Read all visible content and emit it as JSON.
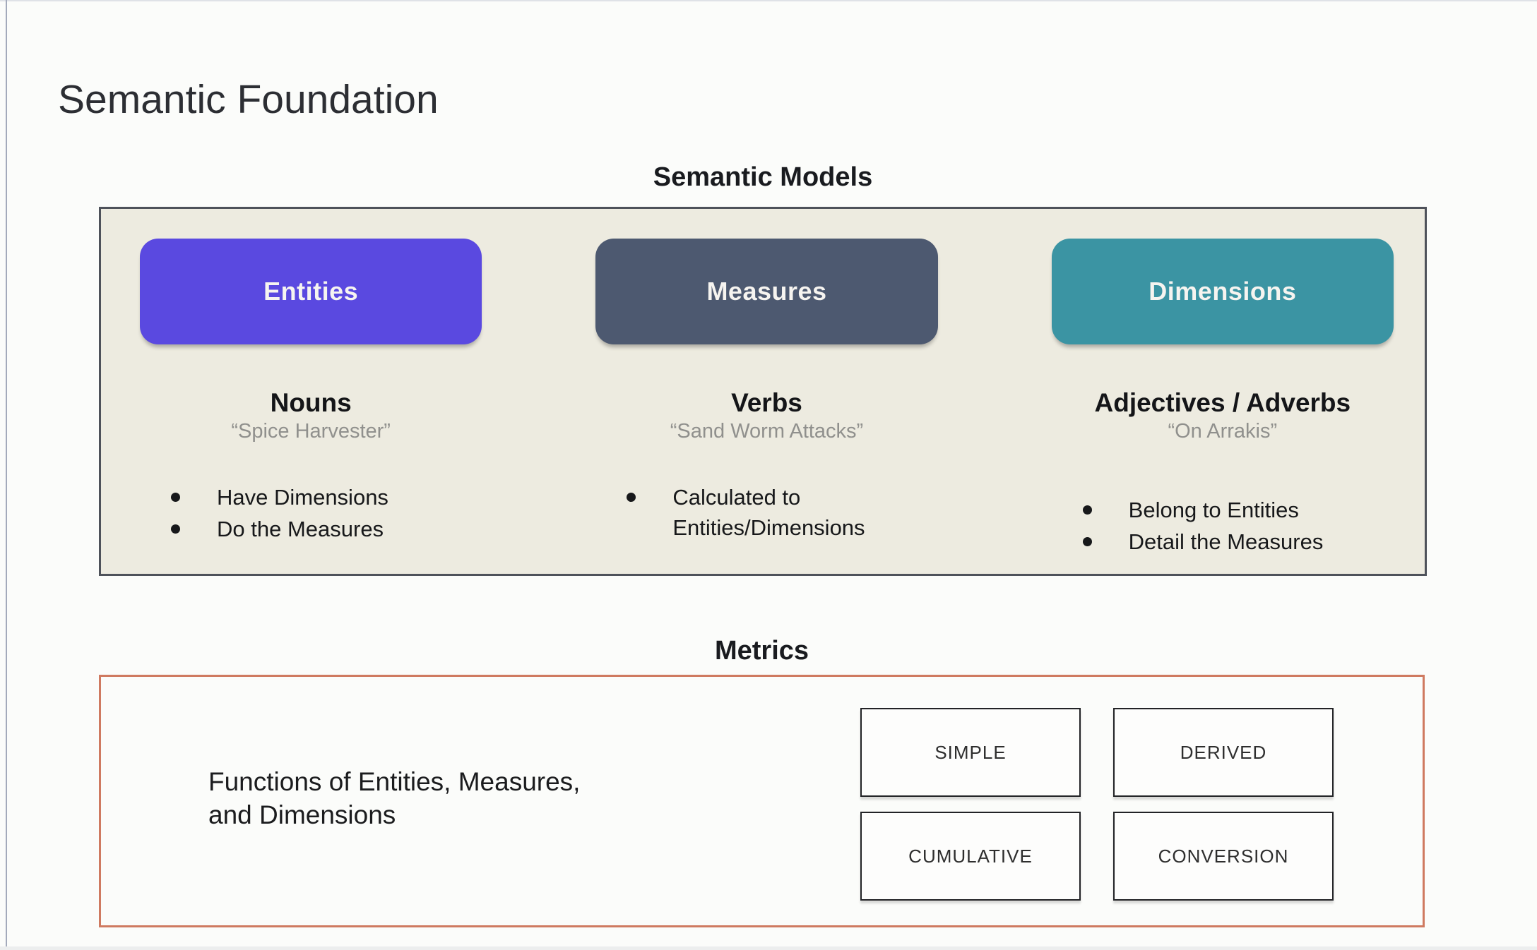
{
  "slide": {
    "title": "Semantic Foundation"
  },
  "semantic_models": {
    "heading": "Semantic Models",
    "columns": [
      {
        "button_label": "Entities",
        "button_color": "#5a49e0",
        "part_of_speech": "Nouns",
        "example_quote": "“Spice Harvester”",
        "bullets": [
          "Have Dimensions",
          "Do the Measures"
        ]
      },
      {
        "button_label": "Measures",
        "button_color": "#4d5970",
        "part_of_speech": "Verbs",
        "example_quote": "“Sand Worm Attacks”",
        "bullets": [
          "Calculated to\nEntities/Dimensions"
        ]
      },
      {
        "button_label": "Dimensions",
        "button_color": "#3b94a3",
        "part_of_speech": "Adjectives / Adverbs",
        "example_quote": "“On Arrakis”",
        "bullets": [
          "Belong to Entities",
          "Detail the Measures"
        ]
      }
    ]
  },
  "metrics": {
    "heading": "Metrics",
    "description": "Functions of Entities, Measures,\nand Dimensions",
    "types": [
      "SIMPLE",
      "DERIVED",
      "CUMULATIVE",
      "CONVERSION"
    ]
  },
  "colors": {
    "entities_purple": "#5a49e0",
    "measures_slate": "#4d5970",
    "dimensions_teal": "#3b94a3",
    "panel_beige": "#edebe0",
    "panel_border": "#4e525a",
    "metrics_border_salmon": "#cf7a60",
    "quote_gray": "#90908d"
  }
}
